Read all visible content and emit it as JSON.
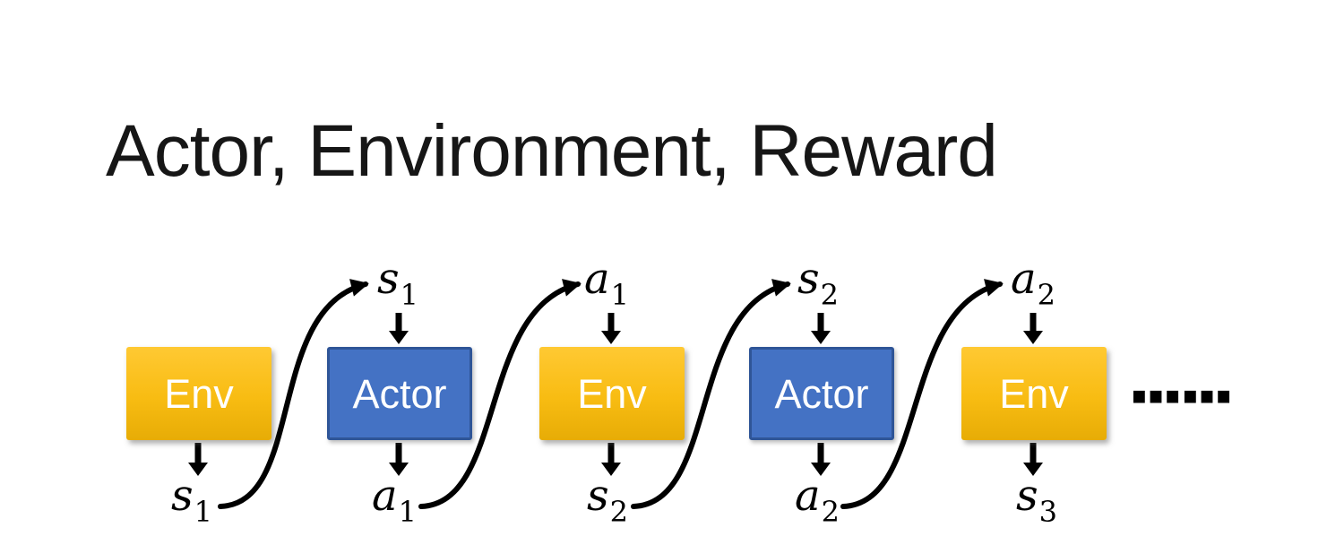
{
  "slide": {
    "title": "Actor, Environment, Reward",
    "ellipsis": "……"
  },
  "diagram": {
    "boxes": [
      {
        "label": "Env",
        "type": "env"
      },
      {
        "label": "Actor",
        "type": "actor"
      },
      {
        "label": "Env",
        "type": "env"
      },
      {
        "label": "Actor",
        "type": "actor"
      },
      {
        "label": "Env",
        "type": "env"
      }
    ],
    "top_labels": [
      {
        "base": "s",
        "sub": "1"
      },
      {
        "base": "a",
        "sub": "1"
      },
      {
        "base": "s",
        "sub": "2"
      },
      {
        "base": "a",
        "sub": "2"
      }
    ],
    "bottom_labels": [
      {
        "base": "s",
        "sub": "1"
      },
      {
        "base": "a",
        "sub": "1"
      },
      {
        "base": "s",
        "sub": "2"
      },
      {
        "base": "a",
        "sub": "2"
      },
      {
        "base": "s",
        "sub": "3"
      }
    ],
    "colors": {
      "env_fill_top": "#FFC933",
      "env_fill_bottom": "#E7AC06",
      "actor_fill": "#4472C4",
      "actor_border": "#2F5597",
      "box_text": "#FFFFFF",
      "arrow": "#000000",
      "title_text": "#161616"
    }
  }
}
